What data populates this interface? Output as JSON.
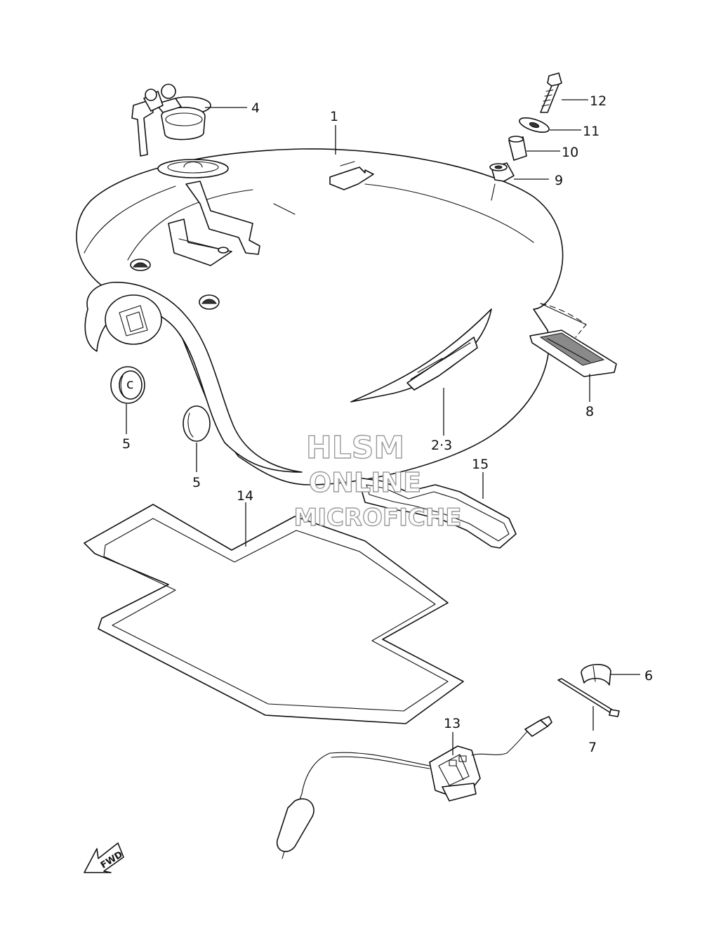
{
  "callouts": {
    "c1": "1",
    "c23": "2·3",
    "c4": "4",
    "c5a": "5",
    "c5b": "5",
    "c6": "6",
    "c7": "7",
    "c8": "8",
    "c9": "9",
    "c10": "10",
    "c11": "11",
    "c12": "12",
    "c13": "13",
    "c14": "14",
    "c15": "15"
  },
  "watermark": {
    "line1": "HLSM",
    "line2": "ONLINE",
    "line3": "MICROFICHE"
  },
  "direction_label": "FWD"
}
